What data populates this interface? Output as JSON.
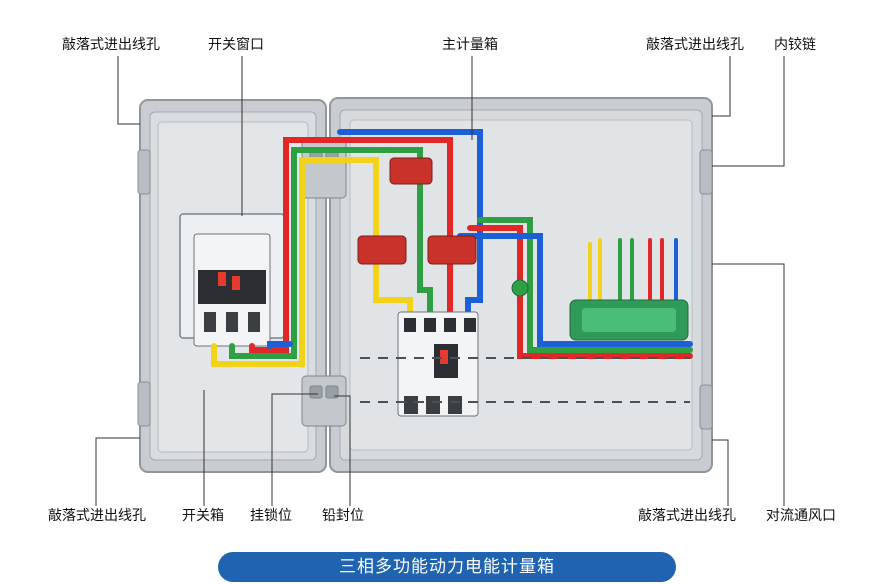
{
  "labels": {
    "top_left_knockout": "敲落式进出线孔",
    "switch_window": "开关窗口",
    "main_meter_box": "主计量箱",
    "top_right_knockout": "敲落式进出线孔",
    "inner_hinge": "内铰链",
    "bottom_left_knockout": "敲落式进出线孔",
    "switch_box": "开关箱",
    "padlock_position": "挂锁位",
    "lead_seal_position": "铅封位",
    "bottom_right_knockout": "敲落式进出线孔",
    "convection_vent": "对流通风口"
  },
  "banner": {
    "title": "三相多功能动力电能计量箱"
  },
  "colors": {
    "banner_blue": "#1f63b1",
    "wire_yellow": "#f2d21a",
    "wire_green": "#2ea043",
    "wire_red": "#e02828",
    "wire_blue": "#1d5fd6",
    "transformer_red": "#c8322a",
    "terminal_green": "#2f9a5a"
  }
}
